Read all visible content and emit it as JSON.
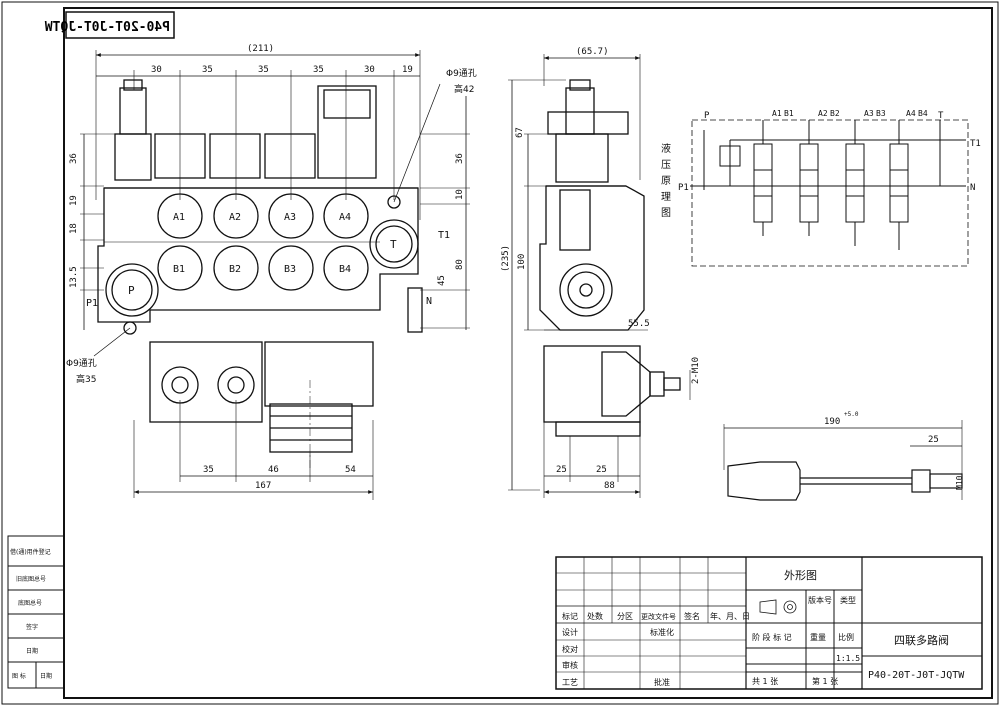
{
  "drawing_code_mirrored": "P40-20T-J0T-JQTW",
  "front_view": {
    "overall_width": "(211)",
    "top_dims": [
      "30",
      "35",
      "35",
      "35",
      "30",
      "19"
    ],
    "left_dims": [
      "36",
      "19",
      "18",
      "13.5"
    ],
    "right_dims": [
      "36",
      "10",
      "80",
      "45"
    ],
    "hole_top_note": [
      "Φ9通孔",
      "高42"
    ],
    "hole_bottom_note": [
      "Φ9通孔",
      "高35"
    ],
    "ports_a": [
      "A1",
      "A2",
      "A3",
      "A4"
    ],
    "ports_b": [
      "B1",
      "B2",
      "B3",
      "B4"
    ],
    "port_p": "P",
    "port_p1": "P1",
    "port_t": "T",
    "port_t1": "T1",
    "port_n": "N",
    "bottom_dims": [
      "35",
      "46",
      "54"
    ],
    "bottom_total": "167"
  },
  "side_view": {
    "top_width": "(65.7)",
    "dim_67": "67",
    "dim_235": "(235)",
    "dim_100": "100",
    "dim_55_5": "55.5",
    "thread": "2-M10",
    "bottom_dims": [
      "25",
      "25"
    ],
    "bottom_total": "88"
  },
  "hydraulic_schematic": {
    "vertical_title": [
      "液",
      "压",
      "原",
      "理",
      "图"
    ],
    "labels": {
      "p": "P",
      "p1": "P1",
      "t": "T",
      "t1": "T1",
      "n": "N",
      "ab": [
        "A1",
        "B1",
        "A2",
        "B2",
        "A3",
        "B3",
        "A4",
        "B4"
      ]
    }
  },
  "handle": {
    "length": "190",
    "length_tol": "+5.0",
    "dim_25": "25",
    "thread": "M10"
  },
  "left_strip": [
    "借(通)用件登记",
    "旧底图总号",
    "底图总号",
    "签字",
    "日期",
    "图 标",
    "日期"
  ],
  "title_block": {
    "drawing_type": "外形图",
    "version_no": "版本号",
    "type_label": "类型",
    "rev_cols": [
      "标记",
      "处数",
      "分区",
      "更改文件号",
      "签名",
      "年、月、日"
    ],
    "rows": [
      "设计",
      "校对",
      "审核",
      "工艺"
    ],
    "standardize": "标准化",
    "approve": "批准",
    "stage_mark": "阶 段 标 记",
    "weight": "重量",
    "scale": "比例",
    "scale_value": "1:1.5",
    "sheets_total": "共 1 张",
    "sheet_no": "第 1 张",
    "product_name": "四联多路阀",
    "product_code": "P40-20T-J0T-JQTW"
  }
}
